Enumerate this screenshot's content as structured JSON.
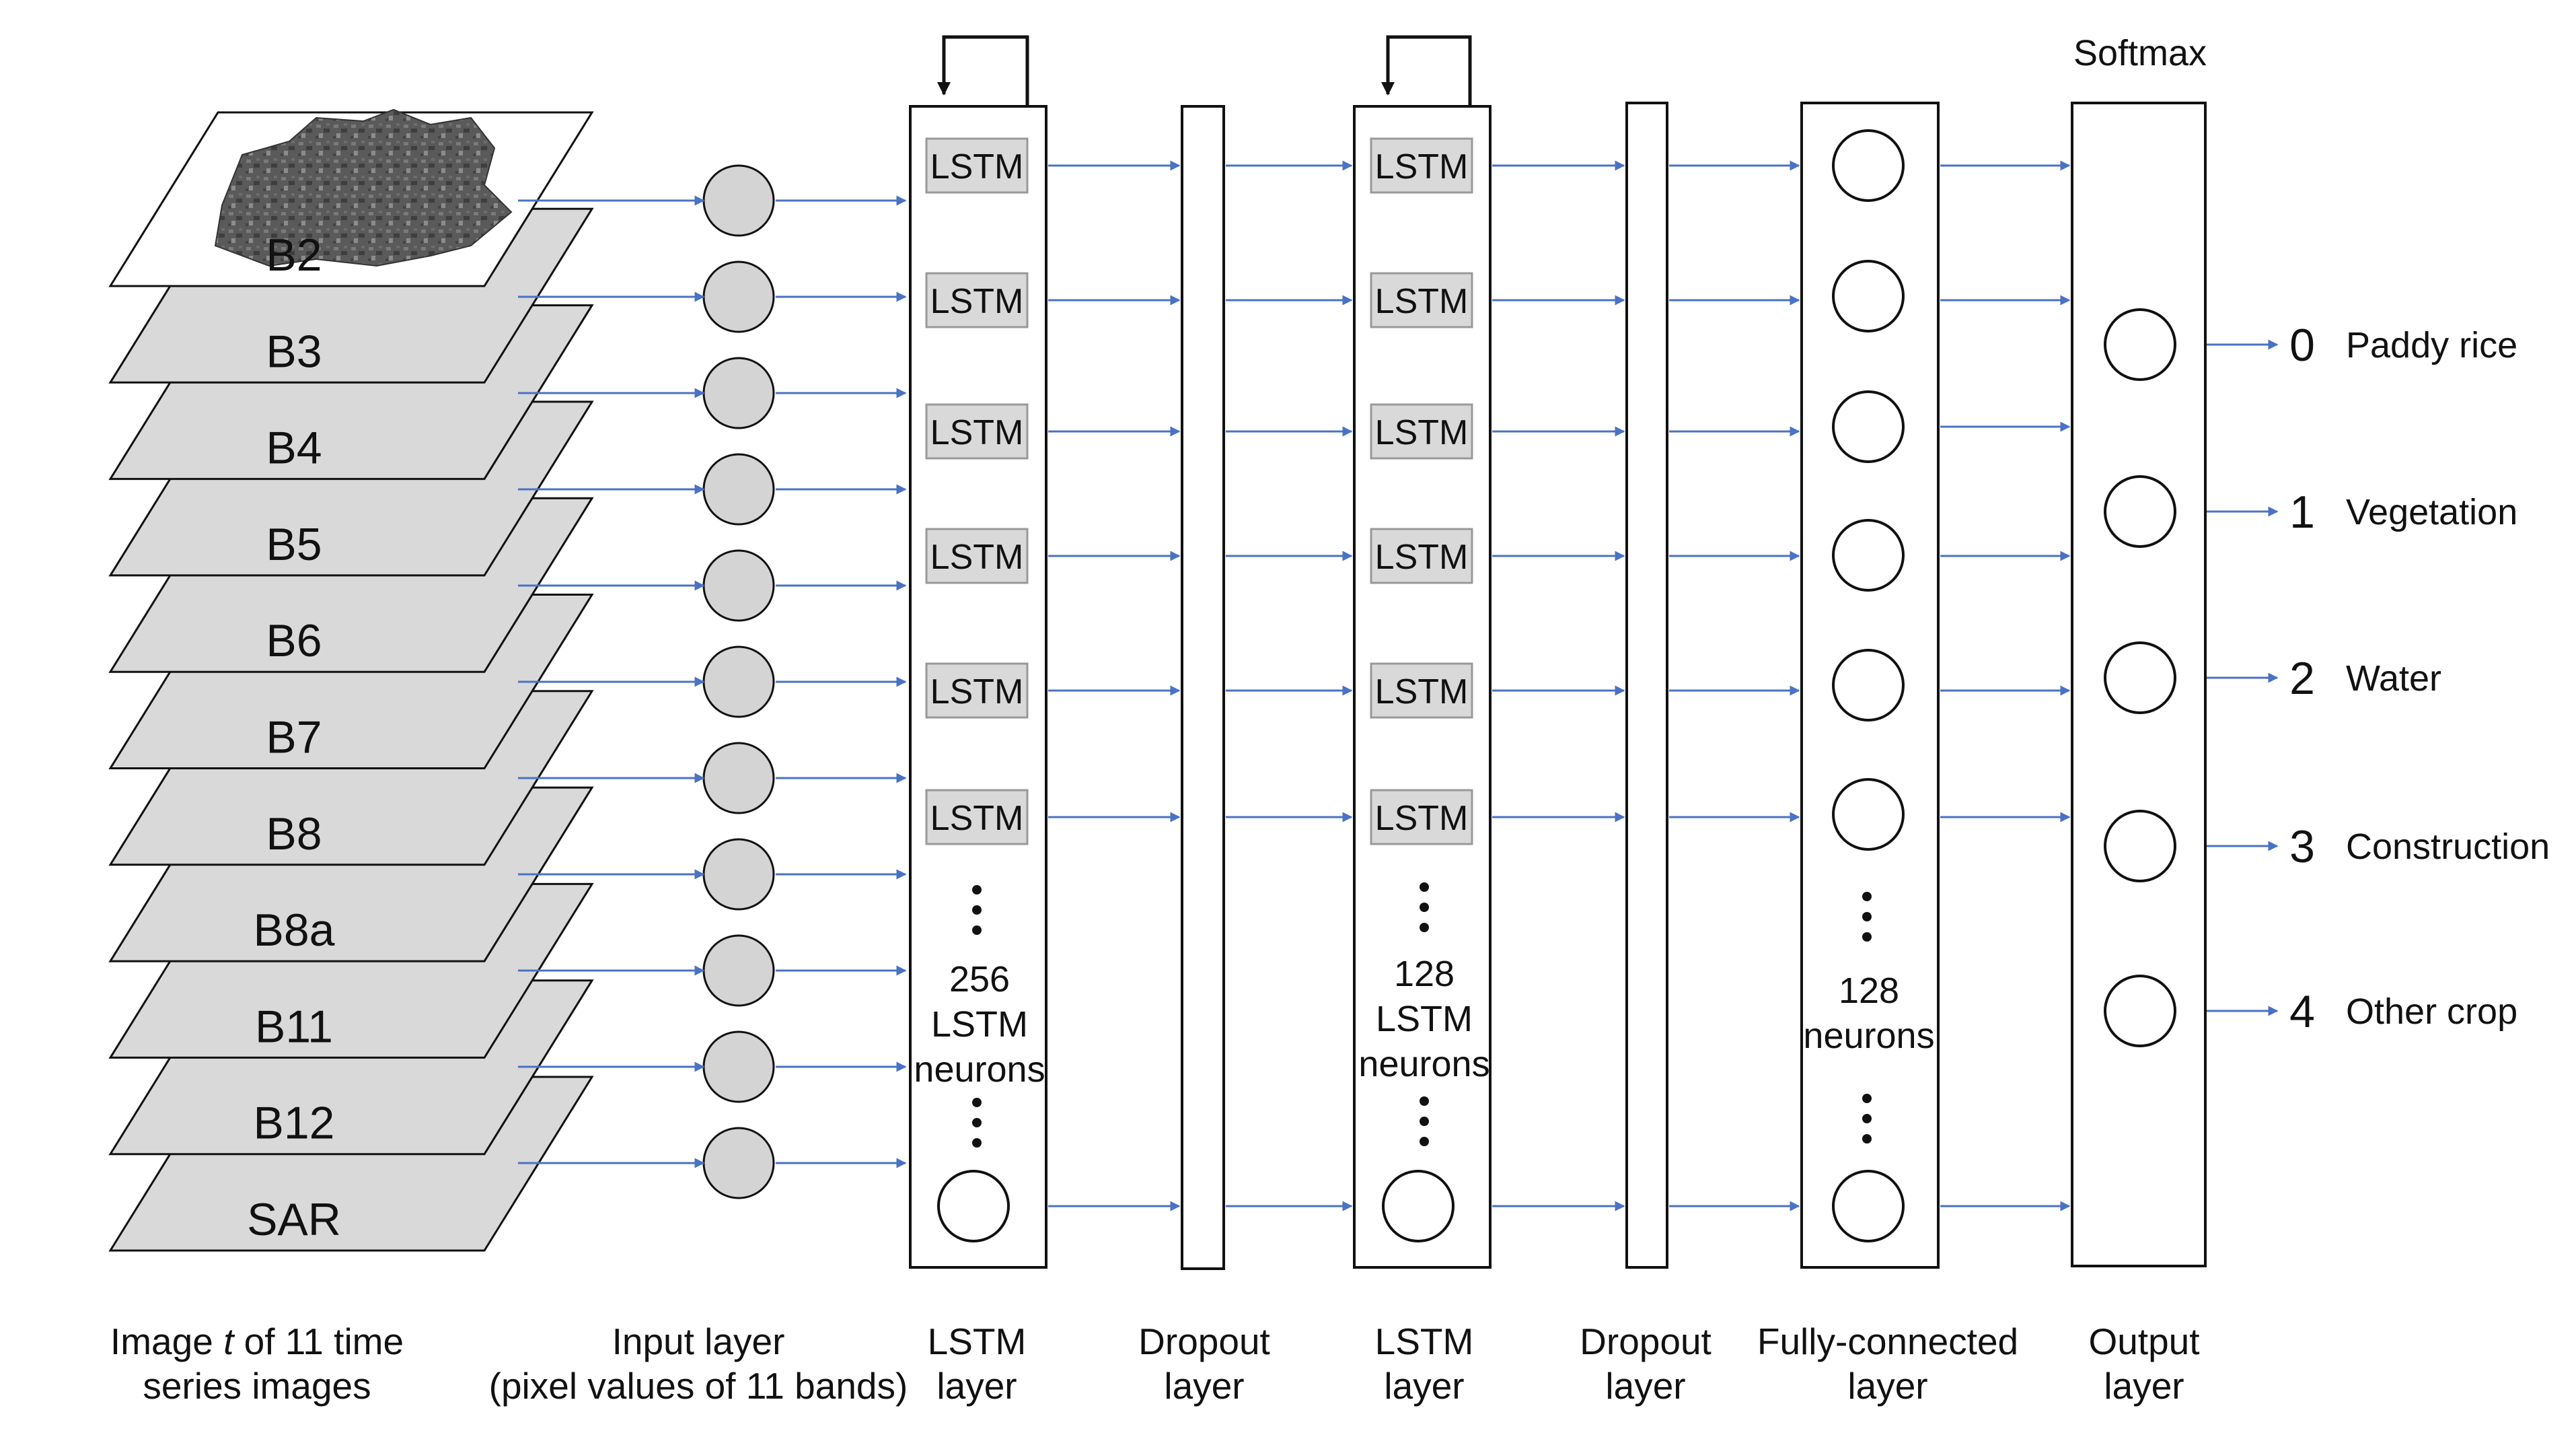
{
  "colors": {
    "arrow": "#4a72c4",
    "layer_fill": "#d9d9d9",
    "node_fill": "#d4d4d4",
    "line": "#111111"
  },
  "bands": [
    "B2",
    "B3",
    "B4",
    "B5",
    "B6",
    "B7",
    "B8",
    "B8a",
    "B11",
    "B12",
    "SAR"
  ],
  "lstm_cell_label": "LSTM",
  "lstm1": {
    "count": "256",
    "line2": "LSTM",
    "line3": "neurons"
  },
  "lstm2": {
    "count": "128",
    "line2": "LSTM",
    "line3": "neurons"
  },
  "dense": {
    "count": "128",
    "line2": "neurons"
  },
  "softmax_label": "Softmax",
  "classes": [
    {
      "num": "0",
      "name": "Paddy rice"
    },
    {
      "num": "1",
      "name": "Vegetation"
    },
    {
      "num": "2",
      "name": "Water"
    },
    {
      "num": "3",
      "name": "Construction"
    },
    {
      "num": "4",
      "name": "Other crop"
    }
  ],
  "captions": {
    "images": {
      "pre": "Image ",
      "italic": "t",
      "post": " of 11 time",
      "line2": "series images"
    },
    "input": {
      "line1": "Input layer",
      "line2": "(pixel values of 11 bands)"
    },
    "lstm1": {
      "line1": "LSTM",
      "line2": "layer"
    },
    "dropout1": {
      "line1": "Dropout",
      "line2": "layer"
    },
    "lstm2": {
      "line1": "LSTM",
      "line2": "layer"
    },
    "dropout2": {
      "line1": "Dropout",
      "line2": "layer"
    },
    "dense": {
      "line1": "Fully-connected",
      "line2": "layer"
    },
    "output": {
      "line1": "Output",
      "line2": "layer"
    }
  }
}
